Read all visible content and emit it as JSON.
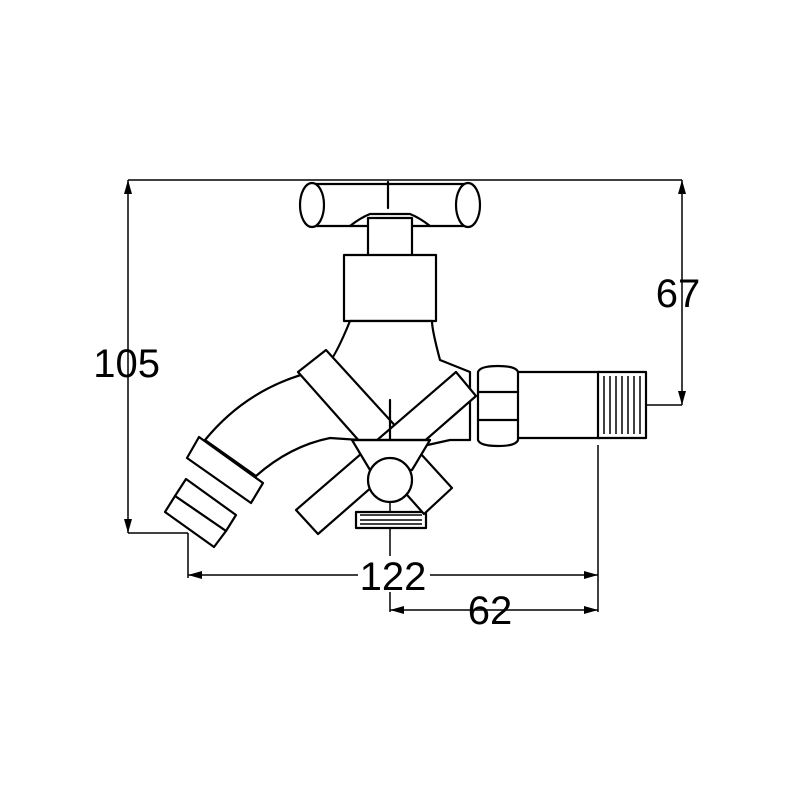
{
  "dimensions": {
    "overall_height": "105",
    "handle_to_outlet_height": "67",
    "overall_length": "122",
    "center_to_outlet_length": "62"
  },
  "colors": {
    "line": "#000000",
    "background": "#ffffff"
  }
}
